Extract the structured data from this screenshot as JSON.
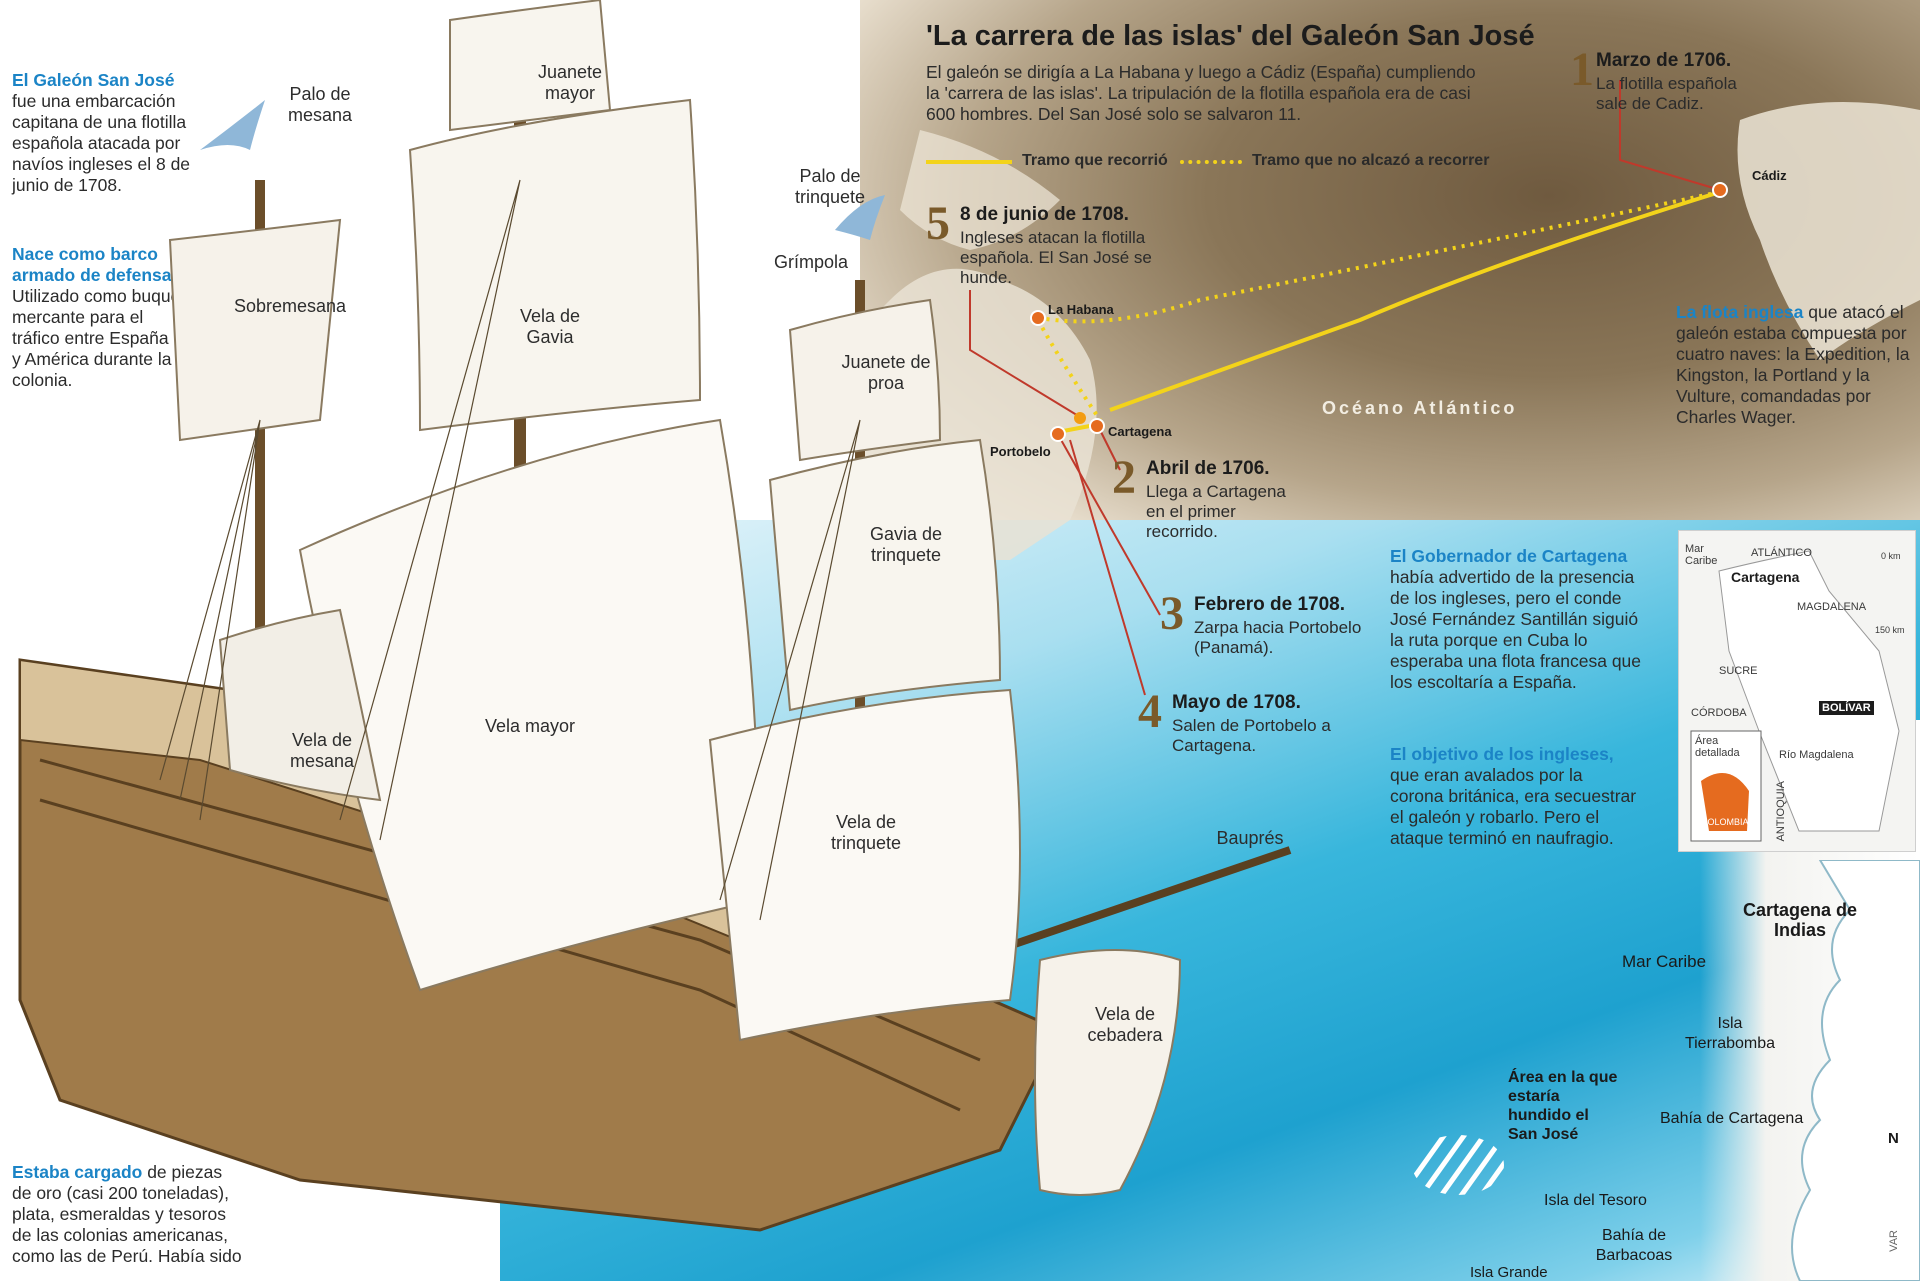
{
  "header": {
    "title": "'La carrera de las islas' del Galeón San José",
    "intro": "El galeón se dirigía a La Habana y luego a Cádiz (España) cumpliendo la 'carrera de las islas'. La tripulación de la flotilla española era de casi 600 hombres. Del San José solo se salvaron 11."
  },
  "legend": {
    "traveled": "Tramo que recorrió",
    "not_reached": "Tramo que no alcazó a recorrer"
  },
  "colors": {
    "accent_blue": "#1b84c6",
    "route_yellow": "#f3d31a",
    "step_brown": "#7a5a2a",
    "stop_orange": "#e56b1f"
  },
  "left_notes": {
    "n1_lead": "El Galeón San José",
    "n1_text": "fue una embarcación capitana de una flotilla española atacada por navíos ingleses el 8 de junio de 1708.",
    "n2_lead": "Nace como barco armado de defensa.",
    "n2_text": "Utilizado como buque mercante para el tráfico entre España y América durante la colonia.",
    "n3_lead": "Estaba cargado",
    "n3_text": "de piezas de oro (casi 200 toneladas), plata, esmeraldas y tesoros de las colonias americanas, como las de Perú. Había sido"
  },
  "ship_labels": {
    "palo_mesana": "Palo de mesana",
    "juanete_mayor": "Juanete mayor",
    "palo_trinquete": "Palo de trinquete",
    "grimpola": "Grímpola",
    "sobremesana": "Sobremesana",
    "vela_gavia": "Vela de Gavia",
    "juanete_proa": "Juanete de proa",
    "gavia_trinquete": "Gavia de trinquete",
    "vela_mesana": "Vela de mesana",
    "vela_mayor": "Vela mayor",
    "vela_trinquete": "Vela de trinquete",
    "baupres": "Bauprés",
    "vela_cebadera": "Vela de cebadera"
  },
  "steps": [
    {
      "num": "1",
      "title": "Marzo de 1706.",
      "text": "La flotilla española sale de Cadiz."
    },
    {
      "num": "2",
      "title": "Abril de 1706.",
      "text": "Llega a Cartagena en el primer recorrido."
    },
    {
      "num": "3",
      "title": "Febrero de 1708.",
      "text": "Zarpa hacia Portobelo (Panamá)."
    },
    {
      "num": "4",
      "title": "Mayo de 1708.",
      "text": "Salen de Portobelo a Cartagena."
    },
    {
      "num": "5",
      "title": "8 de junio de 1708.",
      "text": "Ingleses atacan la flotilla española. El San José se hunde."
    }
  ],
  "map_places": {
    "cadiz": "Cádiz",
    "habana": "La Habana",
    "cartagena": "Cartagena",
    "portobelo": "Portobelo",
    "ocean": "Océano Atlántico"
  },
  "right_notes": {
    "flota_lead": "La flota inglesa",
    "flota_text": "que atacó el galeón estaba compuesta por cuatro naves: la Expedition, la Kingston, la Portland y la Vulture, comandadas por Charles Wager.",
    "gob_lead": "El Gobernador de Cartagena",
    "gob_text": "había advertido de la presencia de los ingleses, pero el conde José Fernández Santillán siguió la ruta porque en Cuba lo esperaba una flota francesa que los escoltaría a España.",
    "obj_lead": "El objetivo de los ingleses,",
    "obj_text": "que eran avalados por la corona británica, era secuestrar el galeón y robarlo. Pero el ataque terminó en naufragio."
  },
  "inset_map": {
    "mar_caribe": "Mar Caribe",
    "atlantico": "ATLÁNTICO",
    "cartagena": "Cartagena",
    "magdalena": "MAGDALENA",
    "sucre": "SUCRE",
    "cordoba": "CÓRDOBA",
    "bolivar": "BOLÍVAR",
    "area_detallada": "Área detallada",
    "colombia": "COLOMBIA",
    "rio_magdalena": "Río Magdalena",
    "antioquia": "ANTIOQUIA",
    "scale_top": "0 km",
    "scale_bottom": "150 km"
  },
  "detail_map": {
    "cartagena_indias": "Cartagena de Indias",
    "mar_caribe": "Mar Caribe",
    "isla_tierrabomba": "Isla Tierrabomba",
    "bahia_cartagena": "Bahía de Cartagena",
    "area_hundido": "Área en la que estaría hundido el San José",
    "isla_tesoro": "Isla del Tesoro",
    "bahia_barbacoas": "Bahía de Barbacoas",
    "isla_grande": "Isla Grande",
    "north": "N",
    "credit": "VAR"
  }
}
